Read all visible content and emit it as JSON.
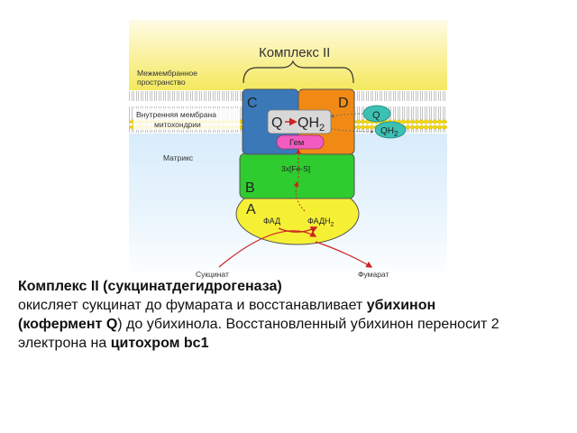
{
  "diagram": {
    "complex_label": "Комплекс II",
    "intermembrane_label_1": "Межмембранное",
    "intermembrane_label_2": "пространство",
    "inner_membrane_label_1": "Внутренняя мембрана",
    "inner_membrane_label_2": "митохондрии",
    "matrix_label": "Матрикс",
    "subunit_c": "C",
    "subunit_d": "D",
    "subunit_b": "B",
    "subunit_a": "A",
    "q_inside": "Q",
    "qh2_inside": "QH",
    "qh2_sub": "2",
    "heme": "Гем",
    "q_outside": "Q",
    "qh2_outside": "QH",
    "qh2_outside_sub": "2",
    "fe_s": "3x[Fe-S]",
    "fad": "ФАД",
    "fadh2": "ФАДН",
    "fadh2_sub": "2",
    "succinate": "Сукцинат",
    "fumarate": "Фумарат",
    "colors": {
      "membrane_yellow": "#f2e04a",
      "subunit_c": "#3a78b8",
      "subunit_d": "#f08a14",
      "subunit_b": "#2ecc2e",
      "subunit_a": "#f6f035",
      "heme": "#f25cc0",
      "q_bubble": "#3cc0b4",
      "arrow_red": "#cc2222"
    }
  },
  "caption": {
    "title": "Комплекс II (сукцинатдегидрогеназа)",
    "line2_start": "окисляет сукцинат до фумарата и восстанавливает ",
    "line2_bold": "убихинон",
    "line3_bold1": "(кофермент Q",
    "line3_mid": ") до убихинола. Восстановленный убихинон переносит 2",
    "line4_start": "электрона на ",
    "line4_bold": "цитохром bc1"
  }
}
